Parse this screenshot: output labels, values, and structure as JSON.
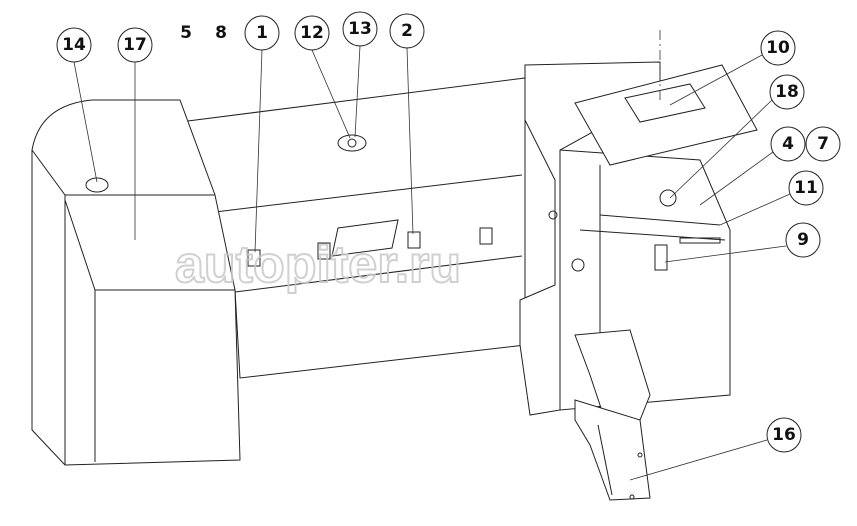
{
  "diagram": {
    "watermark": "autopiter.ru",
    "callouts": [
      {
        "id": "14",
        "label": "14"
      },
      {
        "id": "17",
        "label": "17"
      },
      {
        "id": "5",
        "label": "5"
      },
      {
        "id": "8",
        "label": "8"
      },
      {
        "id": "1",
        "label": "1"
      },
      {
        "id": "12",
        "label": "12"
      },
      {
        "id": "13",
        "label": "13"
      },
      {
        "id": "2",
        "label": "2"
      },
      {
        "id": "10",
        "label": "10"
      },
      {
        "id": "18",
        "label": "18"
      },
      {
        "id": "4",
        "label": "4"
      },
      {
        "id": "7",
        "label": "7"
      },
      {
        "id": "11",
        "label": "11"
      },
      {
        "id": "9",
        "label": "9"
      },
      {
        "id": "16",
        "label": "16"
      }
    ]
  }
}
